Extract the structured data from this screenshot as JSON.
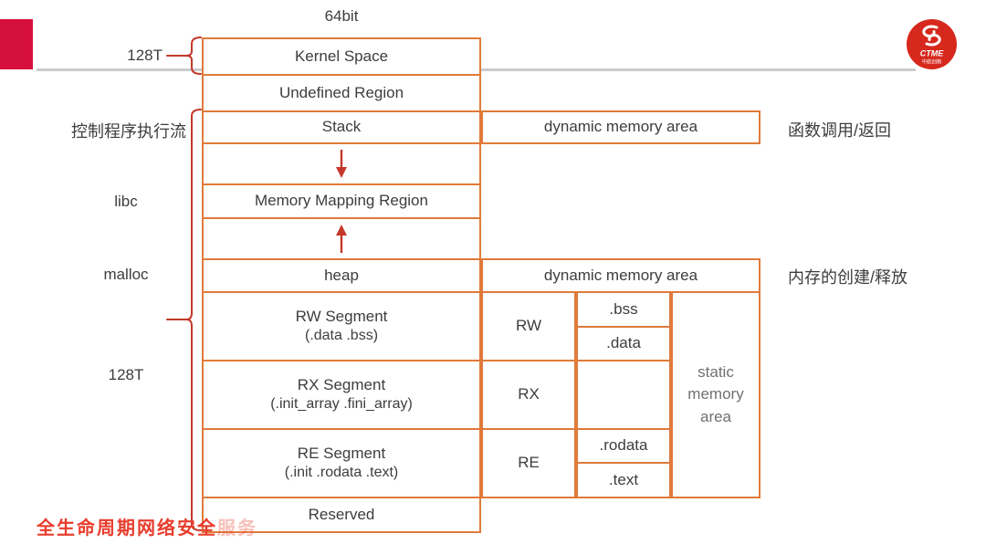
{
  "slide": {
    "top_label": "64bit",
    "footer": {
      "main": "全生命周期网络安全",
      "faded": "服务"
    },
    "logo": {
      "text": "CTME",
      "subtext": "中航创新"
    }
  },
  "colors": {
    "box_border": "#e07a3a",
    "accent_red": "#c4382a",
    "slide_bar_red": "#d6103c",
    "logo_red": "#d7281d",
    "footer_red": "#e83d2d",
    "divider_gray": "#cbcbcb",
    "text_dark": "#3d3d3d",
    "text_gray": "#707070"
  },
  "left_labels": {
    "kernel_size": "128T",
    "control_flow": "控制程序执行流",
    "libc": "libc",
    "malloc": "malloc",
    "user_size": "128T"
  },
  "memory_column": {
    "rows": [
      {
        "label": "Kernel Space"
      },
      {
        "label": "Undefined Region"
      },
      {
        "label": "Stack"
      },
      {
        "label": "",
        "icon": "down-arrow"
      },
      {
        "label": "Memory Mapping Region"
      },
      {
        "label": "",
        "icon": "up-arrow"
      },
      {
        "label": "heap"
      },
      {
        "label": "RW Segment",
        "sublabel": "(.data .bss)"
      },
      {
        "label": "RX Segment",
        "sublabel": "(.init_array .fini_array)"
      },
      {
        "label": "RE Segment",
        "sublabel": "(.init .rodata .text)"
      },
      {
        "label": "Reserved"
      }
    ]
  },
  "annotations": {
    "stack_area": {
      "label": "dynamic memory area",
      "note": "函数调用/返回"
    },
    "heap_area": {
      "label": "dynamic memory area",
      "note": "内存的创建/释放"
    },
    "static_area": {
      "label": "static memory area"
    }
  },
  "segment_table": {
    "permissions": [
      "RW",
      "RX",
      "RE"
    ],
    "sections": [
      ".bss",
      ".data",
      ".rodata",
      ".text"
    ]
  },
  "icons": {
    "stack_growth": "down-arrow",
    "heap_growth": "up-arrow"
  }
}
